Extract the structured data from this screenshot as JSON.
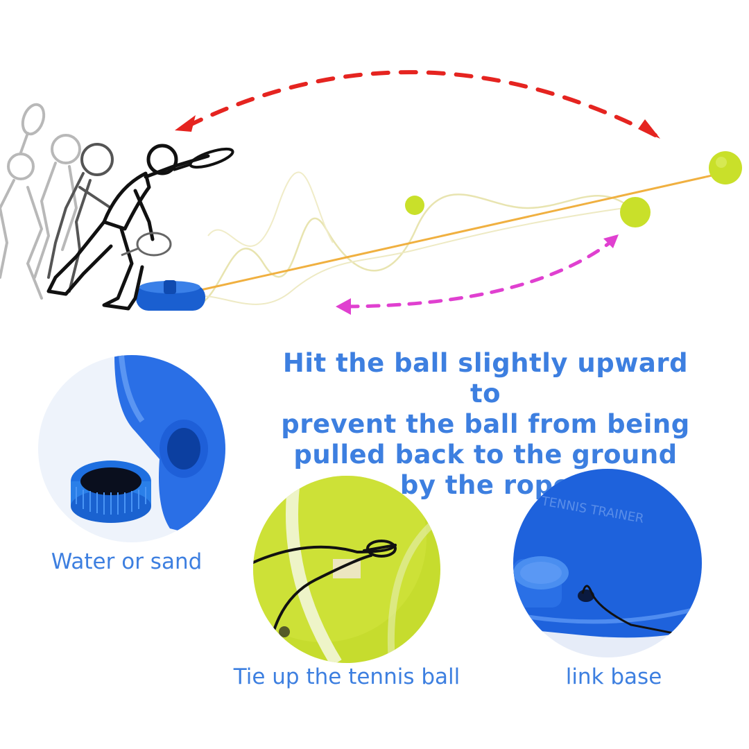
{
  "headline": {
    "line1": "Hit the ball slightly upward to",
    "line2": "prevent the ball from being",
    "line3": "pulled back to the ground",
    "line4": "by the rope"
  },
  "captions": {
    "water": "Water or sand",
    "tie": "Tie up the tennis ball",
    "link": "link base"
  },
  "base_label": "TENNIS TRAINER",
  "colors": {
    "text_blue": "#3d7fe0",
    "arrow_red": "#e52420",
    "arrow_magenta": "#e040d0",
    "rope": "#f0b040",
    "ball": "#c9e02a",
    "base_blue": "#1a5fd0"
  }
}
